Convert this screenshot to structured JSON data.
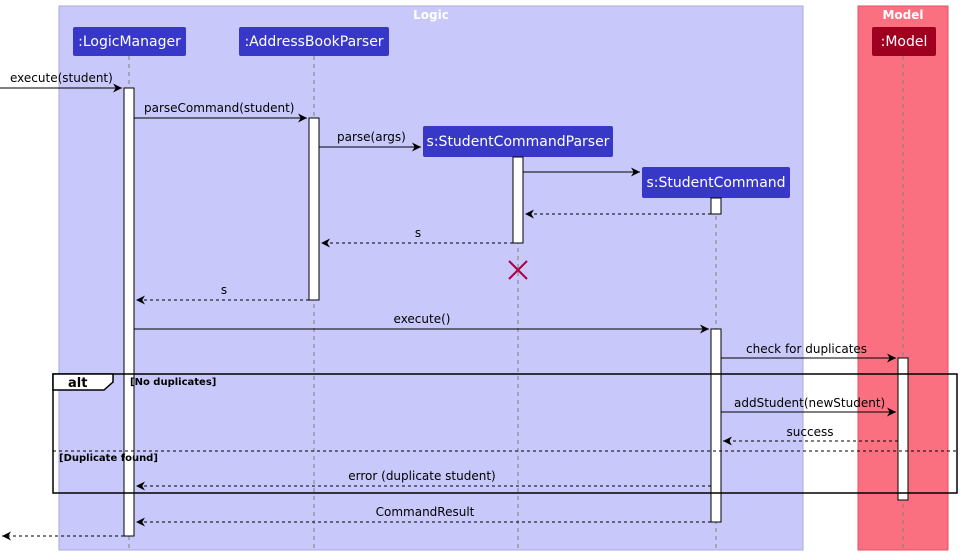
{
  "boxes": {
    "logic": {
      "title": "Logic",
      "color": "#c8c8fa"
    },
    "model": {
      "title": "Model",
      "color": "#fa7080"
    }
  },
  "participants": {
    "logic_manager": ":LogicManager",
    "parser": ":AddressBookParser",
    "student_command_parser": "s:StudentCommandParser",
    "student_command": "s:StudentCommand",
    "model": ":Model"
  },
  "messages": {
    "m1": "execute(student)",
    "m2": "parseCommand(student)",
    "m3": "parse(args)",
    "m4": "s",
    "m5": "s",
    "m6": "execute()",
    "m7": "check for duplicates",
    "m8": "addStudent(newStudent)",
    "m9": "success",
    "m10": "error (duplicate student)",
    "m11": "CommandResult"
  },
  "fragment": {
    "keyword": "alt",
    "guard_1": "[No duplicates]",
    "guard_2": "[Duplicate found]"
  },
  "colors": {
    "logic_participant": "#3838c8",
    "model_participant": "#a00020",
    "destroy_mark": "#b00040"
  }
}
